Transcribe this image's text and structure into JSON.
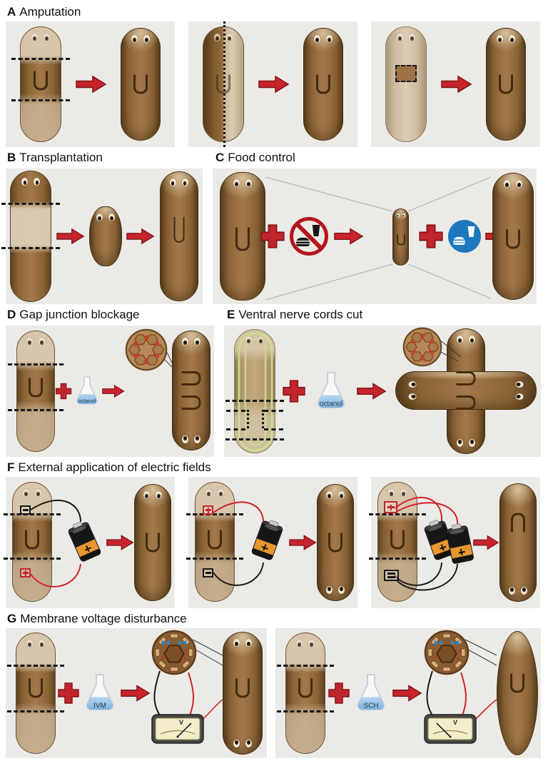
{
  "sections": [
    {
      "label": "A",
      "title": "Amputation"
    },
    {
      "label": "B",
      "title": "Transplantation"
    },
    {
      "label": "C",
      "title": "Food control"
    },
    {
      "label": "D",
      "title": "Gap junction blockage"
    },
    {
      "label": "E",
      "title": "Ventral nerve cords cut"
    },
    {
      "label": "F",
      "title": "External application of electric fields"
    },
    {
      "label": "G",
      "title": "Membrane voltage disturbance"
    }
  ],
  "labels": {
    "octanol": "octanol",
    "ivm": "IVM",
    "sch": "SCH",
    "voltmeter": "V"
  },
  "colors": {
    "panel_bg": "#ebeae7",
    "worm_brown": "#8a6335",
    "worm_pale": "#d8c7ae",
    "arrow_red": "#c9242c",
    "plus_red": "#c0262c",
    "prohibition_red": "#b5161d",
    "food_blue": "#1d78be",
    "flask_liquid": "#8fbde6",
    "nerve_green": "#cede8e",
    "battery_orange": "#e8962e",
    "wire_red": "#d2232a",
    "wire_black": "#1a1a1a"
  },
  "icons": {
    "arrow": "block-arrow-right",
    "plus": "red-cross",
    "no_food": "prohibition-circle-over-burger-and-drink",
    "food": "blue-circle-with-burger-and-drink",
    "flask": "erlenmeyer-flask",
    "battery": "battery-cell",
    "electrode_minus": "minus-electrode",
    "electrode_plus": "plus-electrode",
    "gap_junction_inset": "hexagonal-cells-with-blocked-junctions",
    "membrane_inset": "cell-membrane-with-ion-channels",
    "voltmeter": "analog-voltmeter"
  }
}
